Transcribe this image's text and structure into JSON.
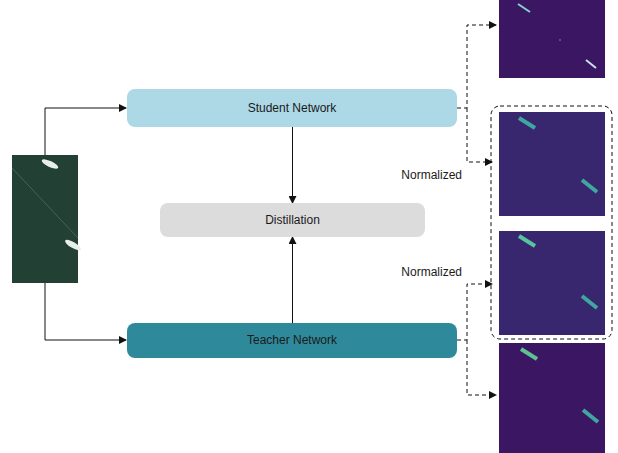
{
  "diagram": {
    "nodes": [
      {
        "text": [
          "Student Network"
        ]
      },
      {
        "text": [
          "Distillation"
        ]
      },
      {
        "text": [
          "Teacher Network"
        ]
      }
    ],
    "edges": [
      {
        "from": 0,
        "to": 1,
        "arrow": "to"
      },
      {
        "from": 2,
        "to": 1,
        "arrow": "to"
      }
    ],
    "labels": [
      "Normalized",
      "Normalized"
    ]
  }
}
